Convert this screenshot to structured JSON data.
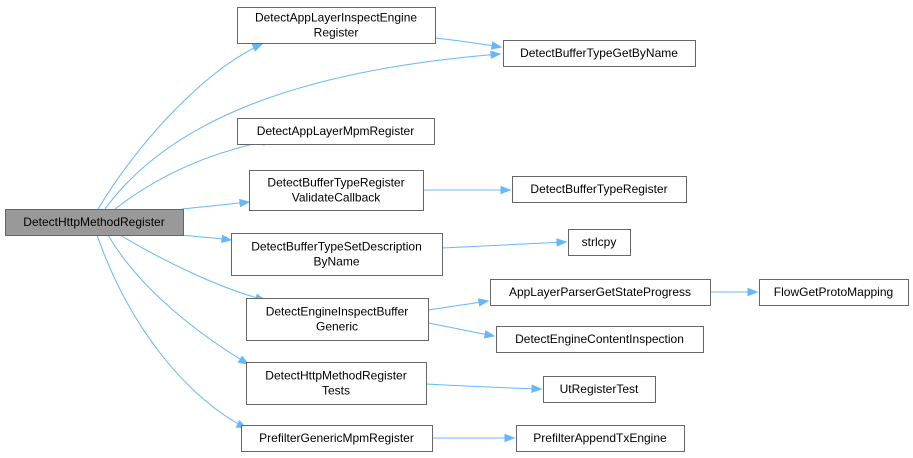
{
  "diagram": {
    "nodes": [
      {
        "id": "root",
        "lines": [
          "DetectHttpMethodRegister"
        ],
        "root": true
      },
      {
        "id": "n1",
        "lines": [
          "DetectAppLayerInspectEngine",
          "Register"
        ]
      },
      {
        "id": "n2",
        "lines": [
          "DetectBufferTypeGetByName"
        ]
      },
      {
        "id": "n3",
        "lines": [
          "DetectAppLayerMpmRegister"
        ]
      },
      {
        "id": "n4",
        "lines": [
          "DetectBufferTypeRegister",
          "ValidateCallback"
        ]
      },
      {
        "id": "n5",
        "lines": [
          "DetectBufferTypeRegister"
        ]
      },
      {
        "id": "n6",
        "lines": [
          "DetectBufferTypeSetDescription",
          "ByName"
        ]
      },
      {
        "id": "n7",
        "lines": [
          "strlcpy"
        ]
      },
      {
        "id": "n8",
        "lines": [
          "DetectEngineInspectBuffer",
          "Generic"
        ]
      },
      {
        "id": "n9",
        "lines": [
          "AppLayerParserGetStateProgress"
        ]
      },
      {
        "id": "n10",
        "lines": [
          "FlowGetProtoMapping"
        ]
      },
      {
        "id": "n11",
        "lines": [
          "DetectEngineContentInspection"
        ]
      },
      {
        "id": "n12",
        "lines": [
          "DetectHttpMethodRegister",
          "Tests"
        ]
      },
      {
        "id": "n13",
        "lines": [
          "UtRegisterTest"
        ]
      },
      {
        "id": "n14",
        "lines": [
          "PrefilterGenericMpmRegister"
        ]
      },
      {
        "id": "n15",
        "lines": [
          "PrefilterAppendTxEngine"
        ]
      }
    ],
    "edges": [
      {
        "from": "root",
        "to": "n1"
      },
      {
        "from": "root",
        "to": "n2"
      },
      {
        "from": "root",
        "to": "n3"
      },
      {
        "from": "root",
        "to": "n4"
      },
      {
        "from": "root",
        "to": "n6"
      },
      {
        "from": "root",
        "to": "n8"
      },
      {
        "from": "root",
        "to": "n12"
      },
      {
        "from": "root",
        "to": "n14"
      },
      {
        "from": "n1",
        "to": "n2"
      },
      {
        "from": "n4",
        "to": "n5"
      },
      {
        "from": "n6",
        "to": "n7"
      },
      {
        "from": "n8",
        "to": "n9"
      },
      {
        "from": "n8",
        "to": "n11"
      },
      {
        "from": "n9",
        "to": "n10"
      },
      {
        "from": "n12",
        "to": "n13"
      },
      {
        "from": "n14",
        "to": "n15"
      }
    ],
    "colors": {
      "edge": "#63b8ff",
      "node_border": "#666666",
      "node_fill": "#ffffff",
      "root_fill": "#999999"
    }
  }
}
